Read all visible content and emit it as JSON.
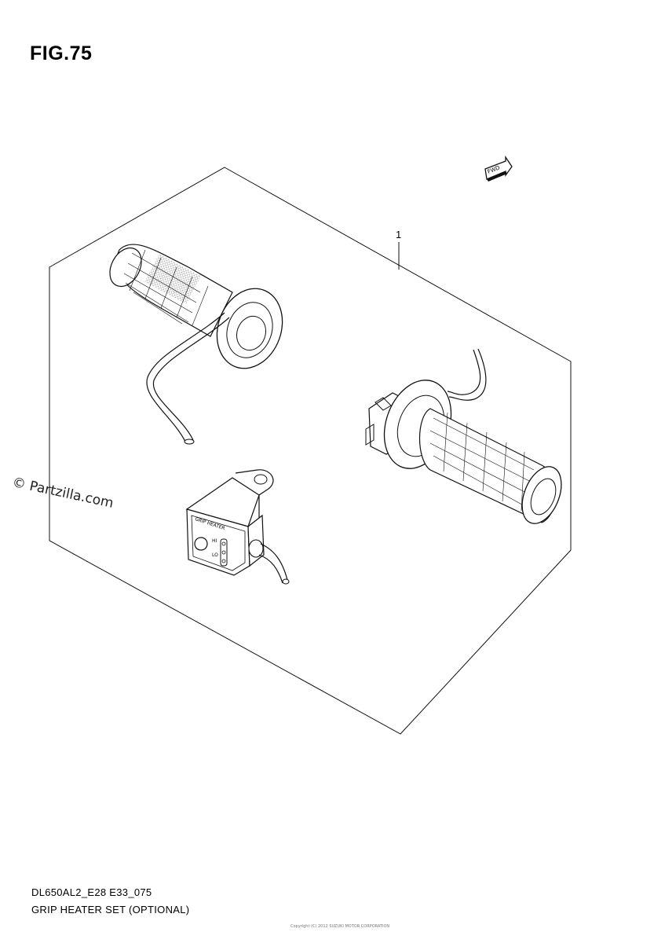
{
  "figure": {
    "title": "FIG.75",
    "callout_number": "1",
    "fwd_label": "FWD",
    "switch_label": "GRIP HEATER",
    "switch_hi": "HI",
    "switch_lo": "LO"
  },
  "watermark": {
    "text": "© Partzilla.com"
  },
  "footer": {
    "model_code": "DL650AL2_E28 E33_075",
    "part_name": "GRIP HEATER SET (OPTIONAL)",
    "copyright": "Copyright (C) 2012 SUZUKI MOTOR CORPORATION"
  }
}
